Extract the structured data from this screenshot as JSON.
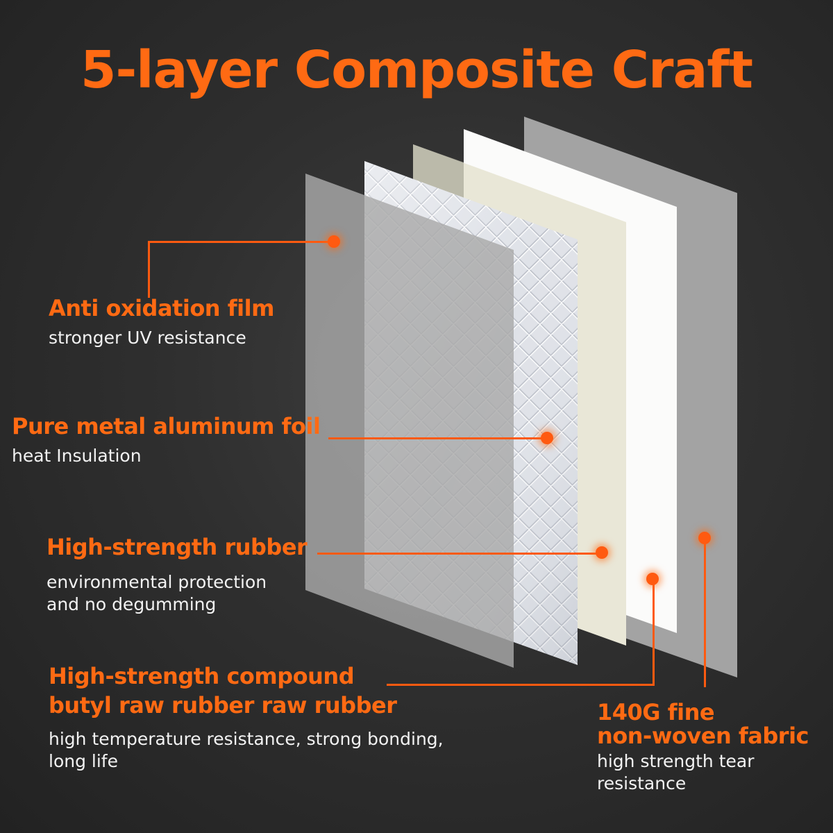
{
  "title": "5-layer Composite Craft",
  "accent_color": "#ff6a13",
  "layers": [
    {
      "head": "Anti oxidation film",
      "desc": [
        "stronger UV resistance"
      ]
    },
    {
      "head": "Pure metal aluminum foil",
      "desc": [
        "heat Insulation"
      ]
    },
    {
      "head": "High-strength rubber",
      "desc": [
        "environmental protection",
        "and no degumming"
      ]
    },
    {
      "head": [
        "High-strength compound",
        "butyl raw rubber raw rubber"
      ],
      "desc": [
        "high temperature resistance, strong bonding,",
        "long life"
      ]
    },
    {
      "head": [
        "140G fine",
        "non-woven fabric"
      ],
      "desc": [
        "high strength tear",
        "resistance"
      ]
    }
  ]
}
